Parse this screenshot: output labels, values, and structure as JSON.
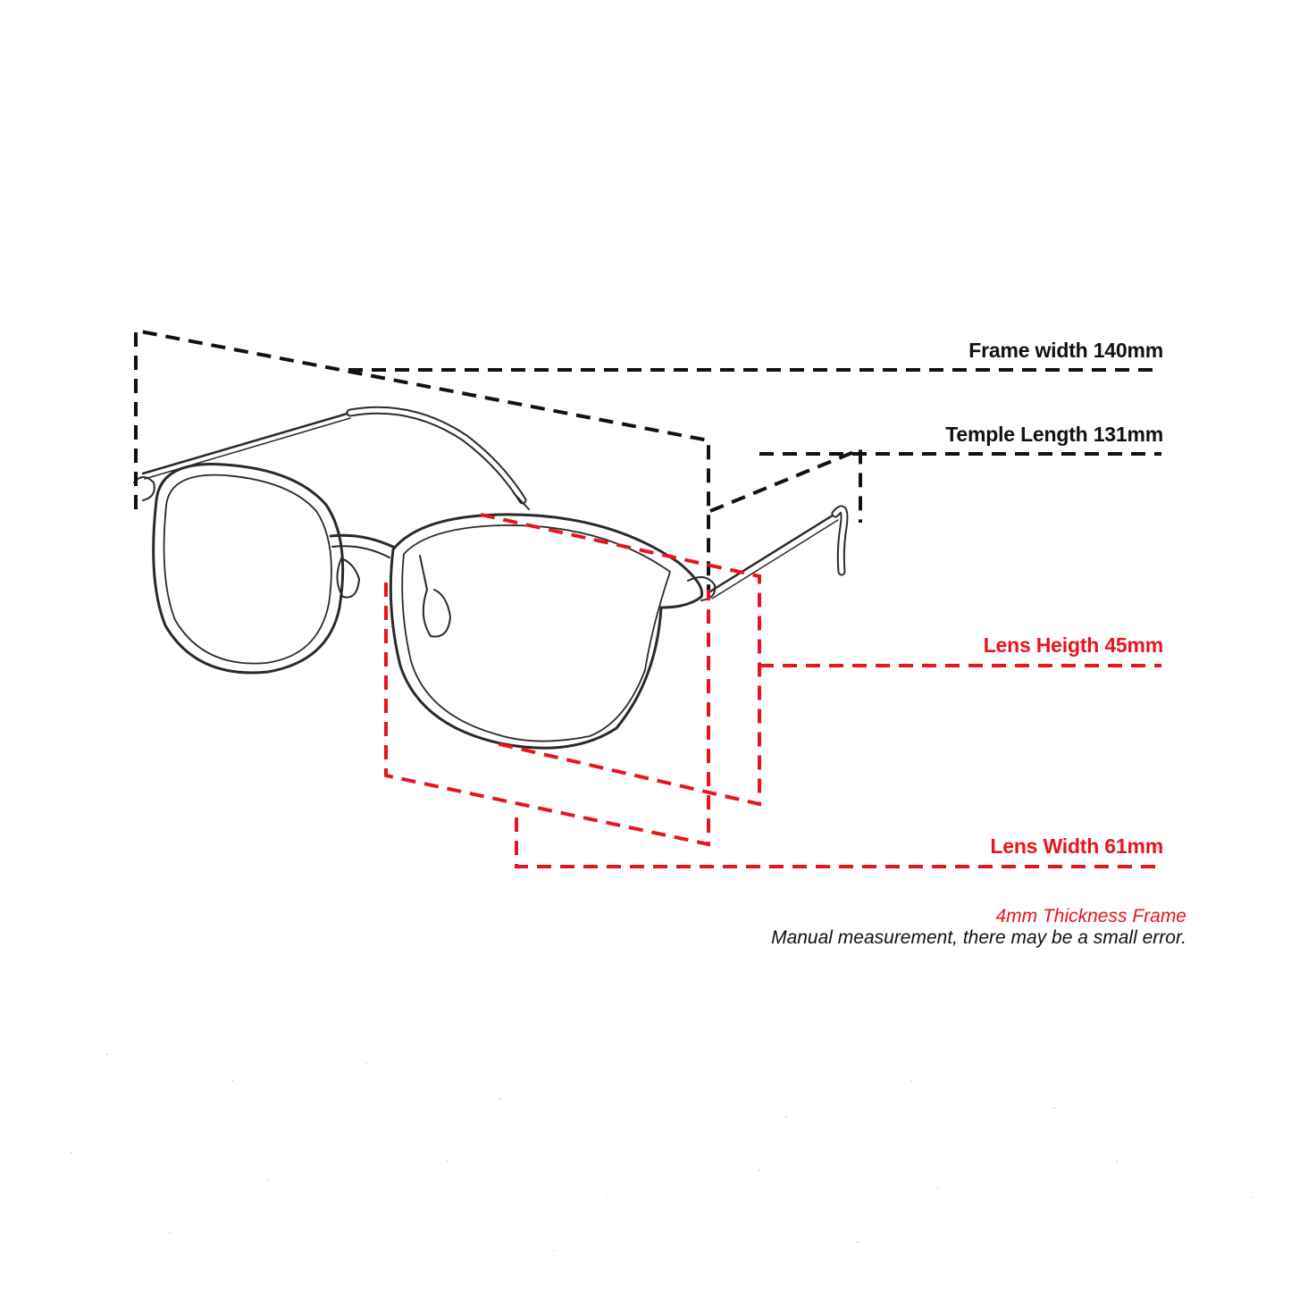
{
  "colors": {
    "black": "#111111",
    "red": "#e8141c",
    "sketch": "#2a2a2a"
  },
  "measurements": {
    "frame_width": "Frame width 140mm",
    "temple_length": "Temple Length 131mm",
    "lens_height": "Lens Heigth 45mm",
    "lens_width": "Lens Width 61mm"
  },
  "notes": {
    "thickness": "4mm Thickness Frame",
    "disclaimer": "Manual measurement, there may be a small error."
  }
}
